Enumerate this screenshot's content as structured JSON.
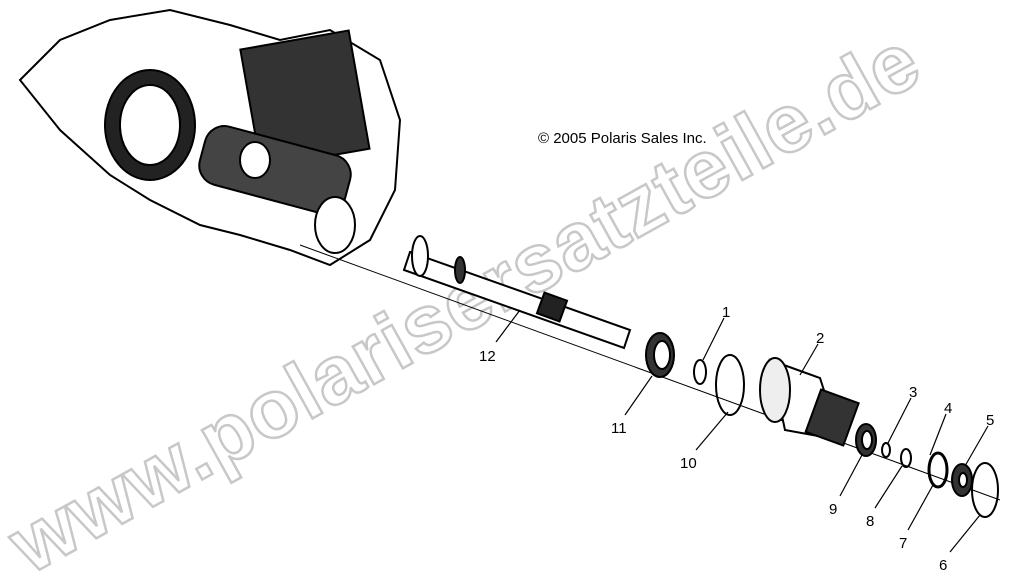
{
  "copyright": "© 2005 Polaris Sales Inc.",
  "watermark": "www.polarisersatzteile.de",
  "callouts": [
    "1",
    "2",
    "3",
    "4",
    "5",
    "6",
    "7",
    "8",
    "9",
    "10",
    "11",
    "12"
  ],
  "colors": {
    "line": "#000000",
    "watermark": "#d8d8d8"
  }
}
